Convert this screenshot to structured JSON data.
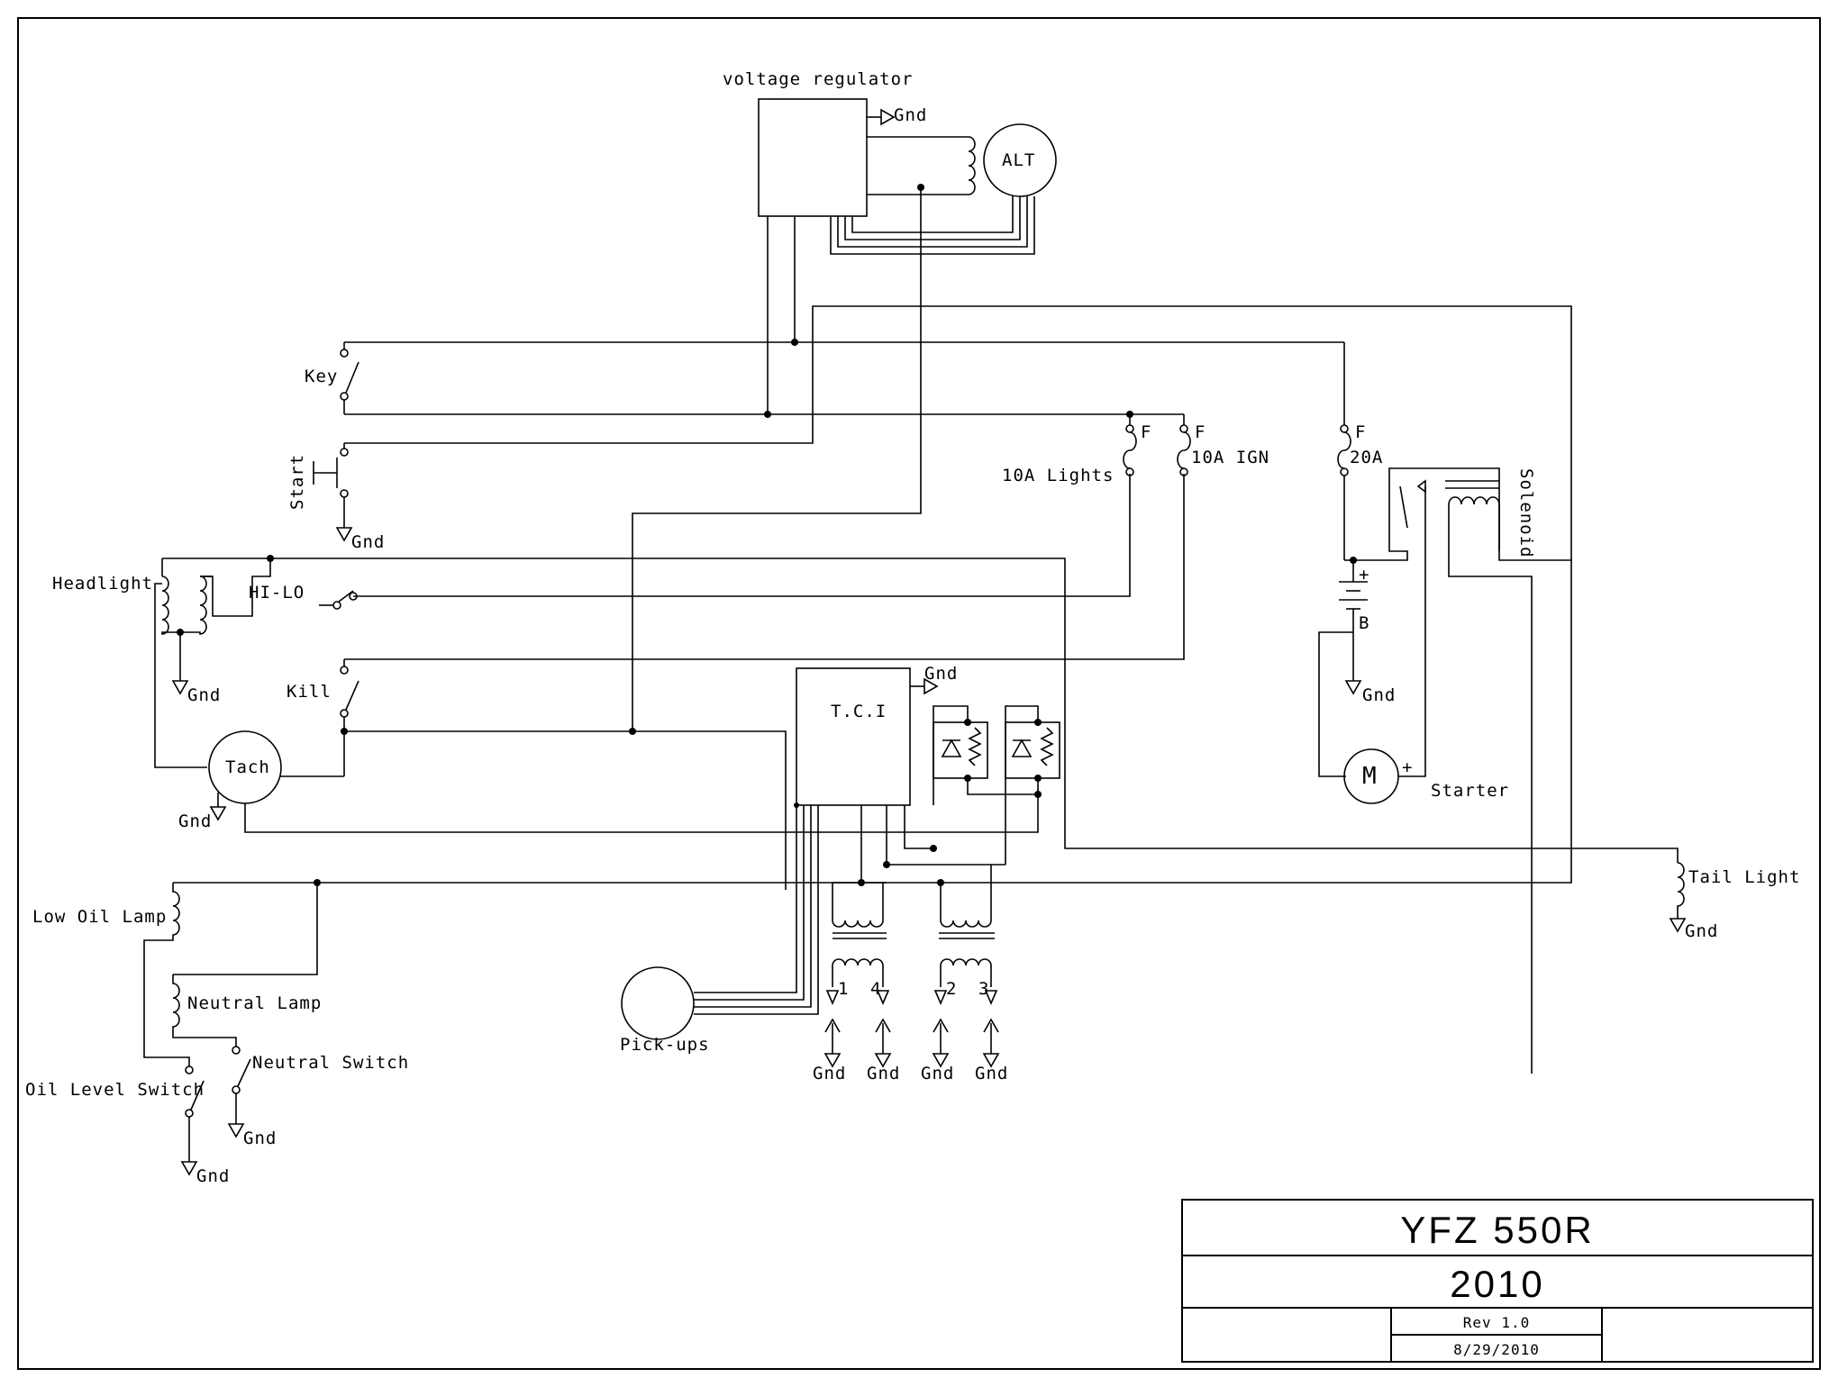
{
  "title_block": {
    "model": "YFZ 550R",
    "year": "2010",
    "revision": "Rev 1.0",
    "date": "8/29/2010"
  },
  "labels": {
    "voltage_regulator": "voltage regulator",
    "gnd": "Gnd",
    "alt": "ALT",
    "key": "Key",
    "start": "Start",
    "headlight": "Headlight",
    "hi_lo": "HI-LO",
    "kill": "Kill",
    "tach": "Tach",
    "low_oil_lamp": "Low Oil Lamp",
    "neutral_lamp": "Neutral Lamp",
    "neutral_switch": "Neutral Switch",
    "oil_level_switch": "Oil Level Switch",
    "pick_ups": "Pick-ups",
    "tci": "T.C.I",
    "fuse_mark": "F",
    "fuse_lights": "10A Lights",
    "fuse_ign": "10A IGN",
    "fuse_main": "20A",
    "solenoid": "Solenoid",
    "battery_plus": "+",
    "battery_b": "B",
    "motor": "M",
    "motor_plus": "+",
    "starter": "Starter",
    "tail_light": "Tail Light",
    "coil_1": "1",
    "coil_2": "2",
    "coil_3": "3",
    "coil_4": "4"
  }
}
